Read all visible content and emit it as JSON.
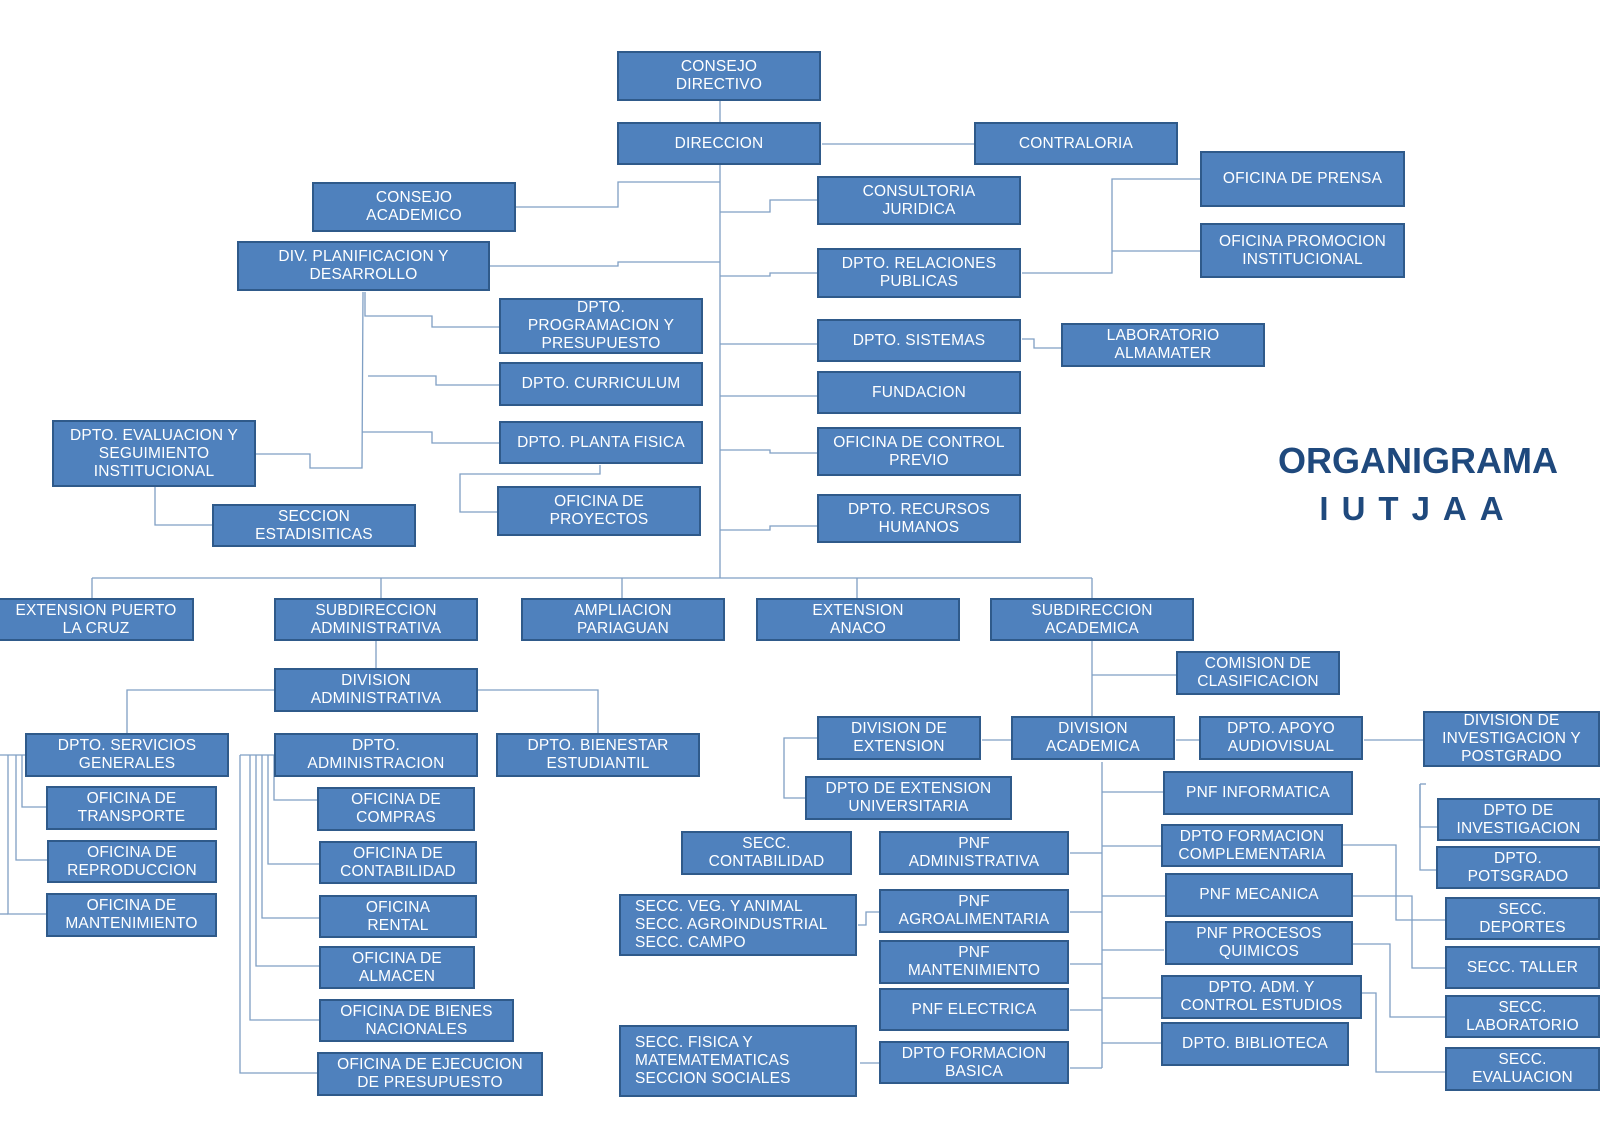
{
  "title": {
    "line1": "ORGANIGRAMA",
    "line2": "IUTJAA"
  },
  "colors": {
    "box_fill": "#4f81bd",
    "box_border": "#2f5a8a",
    "connector": "#7f9fc4",
    "title": "#1f497d",
    "text": "#ffffff"
  },
  "nodes": {
    "consejo_directivo": "CONSEJO\nDIRECTIVO",
    "direccion": "DIRECCION",
    "contraloria": "CONTRALORIA",
    "consejo_academico": "CONSEJO\nACADEMICO",
    "consultoria_juridica": "CONSULTORIA\nJURIDICA",
    "oficina_prensa": "OFICINA DE PRENSA",
    "oficina_promocion": "OFICINA PROMOCION\nINSTITUCIONAL",
    "div_planificacion": "DIV. PLANIFICACION Y\nDESARROLLO",
    "dpto_relaciones": "DPTO. RELACIONES\nPUBLICAS",
    "dpto_programacion": "DPTO.\nPROGRAMACION Y\nPRESUPUESTO",
    "dpto_sistemas": "DPTO. SISTEMAS",
    "laboratorio": "LABORATORIO\nALMAMATER",
    "dpto_curriculum": "DPTO. CURRICULUM",
    "fundacion": "FUNDACION",
    "dpto_evaluacion": "DPTO. EVALUACION Y\nSEGUIMIENTO\nINSTITUCIONAL",
    "dpto_planta": "DPTO. PLANTA FISICA",
    "oficina_control": "OFICINA DE CONTROL\nPREVIO",
    "oficina_proyectos": "OFICINA DE\nPROYECTOS",
    "dpto_rrhh": "DPTO. RECURSOS\nHUMANOS",
    "seccion_estadisticas": "SECCION\nESTADISITICAS",
    "ext_puerto": "EXTENSION PUERTO\nLA CRUZ",
    "subdir_admin": "SUBDIRECCION\nADMINISTRATIVA",
    "ampliacion": "AMPLIACION\nPARIAGUAN",
    "ext_anaco": "EXTENSION\nANACO",
    "subdir_acad": "SUBDIRECCION\nACADEMICA",
    "comision": "COMISION DE\nCLASIFICACION",
    "div_admin": "DIVISION\nADMINISTRATIVA",
    "dpto_servicios": "DPTO. SERVICIOS\nGENERALES",
    "dpto_administracion": "DPTO.\nADMINISTRACION",
    "dpto_bienestar": "DPTO. BIENESTAR\nESTUDIANTIL",
    "div_extension": "DIVISION DE\nEXTENSION",
    "div_academica": "DIVISION\nACADEMICA",
    "dpto_apoyo": "DPTO. APOYO\nAUDIOVISUAL",
    "div_investigacion": "DIVISION DE\nINVESTIGACION Y\nPOSTGRADO",
    "of_transporte": "OFICINA DE\nTRANSPORTE",
    "of_compras": "OFICINA DE\nCOMPRAS",
    "dpto_ext_univ": "DPTO  DE EXTENSION\nUNIVERSITARIA",
    "pnf_informatica": "PNF  INFORMATICA",
    "dpto_investigacion": "DPTO DE\nINVESTIGACION",
    "of_reproduccion": "OFICINA DE\nREPRODUCCION",
    "of_contabilidad": "OFICINA DE\nCONTABILIDAD",
    "secc_contabilidad": "SECC.\nCONTABILIDAD",
    "pnf_administrativa": "PNF\nADMINISTRATIVA",
    "dpto_formacion_comp": "DPTO FORMACION\nCOMPLEMENTARIA",
    "dpto_posgrado": "DPTO.\nPOTSGRADO",
    "of_mantenimiento": "OFICINA DE\nMANTENIMIENTO",
    "of_rental": "OFICINA\nRENTAL",
    "secc_veg": "SECC. VEG. Y ANIMAL\nSECC. AGROINDUSTRIAL\nSECC. CAMPO",
    "pnf_agro": "PNF\nAGROALIMENTARIA",
    "pnf_mecanica": "PNF MECANICA",
    "secc_deportes": "SECC.\nDEPORTES",
    "of_almacen": "OFICINA DE\nALMACEN",
    "pnf_mantenimiento": "PNF\nMANTENIMIENTO",
    "pnf_procesos": "PNF  PROCESOS\nQUIMICOS",
    "secc_taller": "SECC. TALLER",
    "of_bienes": "OFICINA DE BIENES\nNACIONALES",
    "pnf_electrica": "PNF ELECTRICA",
    "dpto_adm_control": "DPTO. ADM.  Y\nCONTROL ESTUDIOS",
    "secc_laboratorio": "SECC.\nLABORATORIO",
    "secc_fisica": "SECC.            FISICA            Y\nMATEMATEMATICAS\nSECCION SOCIALES",
    "dpto_formacion_basica": "DPTO FORMACION\nBASICA",
    "dpto_biblioteca": "DPTO. BIBLIOTECA",
    "of_ejecucion": "OFICINA DE EJECUCION\nDE PRESUPUESTO",
    "secc_evaluacion": "SECC.\nEVALUACION"
  }
}
